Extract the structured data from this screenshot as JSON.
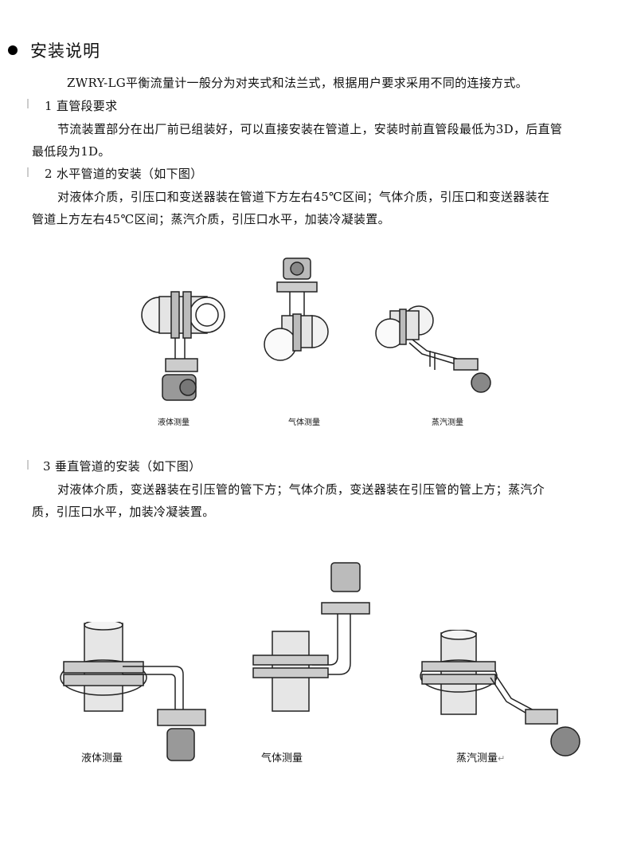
{
  "title": "安装说明",
  "intro": "ZWRY-LG平衡流量计一般分为对夹式和法兰式，根据用户要求采用不同的连接方式。",
  "section1": {
    "heading": "1  直管段要求",
    "line1": "节流装置部分在出厂前已组装好，可以直接安装在管道上，安装时前直管段最低为3D，后直管",
    "line2": "最低段为1D。"
  },
  "section2": {
    "heading": "2  水平管道的安装（如下图）",
    "line1": "对液体介质，引压口和变送器装在管道下方左右45℃区间；气体介质，引压口和变送器装在",
    "line2": "管道上方左右45℃区间；蒸汽介质，引压口水平，加装冷凝装置。",
    "captions": [
      "液体测量",
      "气体测量",
      "蒸汽测量"
    ]
  },
  "section3": {
    "heading": "3   垂直管道的安装（如下图）",
    "line1": "对液体介质，变送器装在引压管的管下方；气体介质，变送器装在引压管的管上方；蒸汽介",
    "line2": "质，引压口水平，加装冷凝装置。",
    "captions": [
      "液体测量",
      "气体测量",
      "蒸汽测量"
    ],
    "return_mark": "↵"
  }
}
